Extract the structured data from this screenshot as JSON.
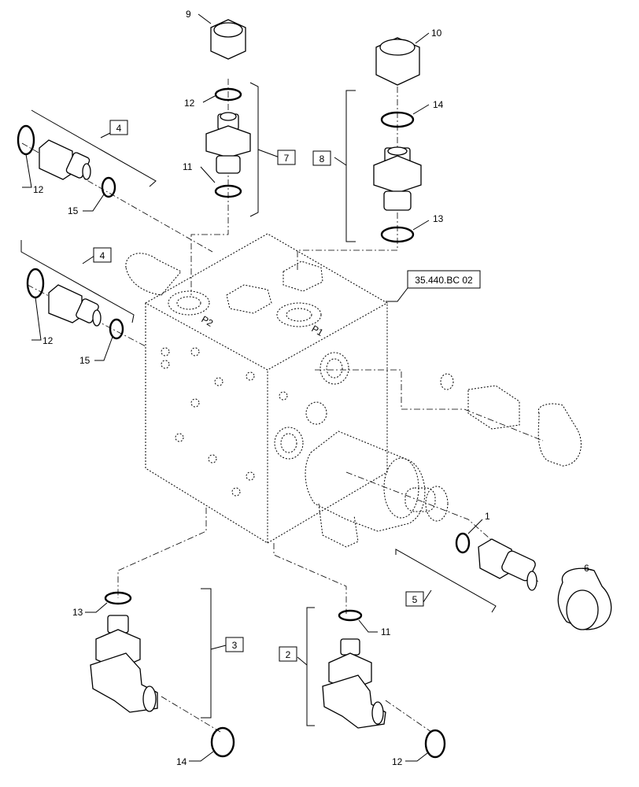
{
  "diagram": {
    "reference": "35.440.BC 02",
    "callouts": {
      "c1": "1",
      "c6": "6",
      "c9": "9",
      "c10": "10",
      "c11a": "11",
      "c11b": "11",
      "c12a": "12",
      "c12b": "12",
      "c12c": "12",
      "c12d": "12",
      "c13a": "13",
      "c13b": "13",
      "c14a": "14",
      "c14b": "14",
      "c15a": "15",
      "c15b": "15"
    },
    "boxes": {
      "b2": "2",
      "b3": "3",
      "b4a": "4",
      "b4b": "4",
      "b5": "5",
      "b7": "7",
      "b8": "8"
    },
    "block_markings": {
      "p2": "P2",
      "p1": "P1"
    }
  }
}
